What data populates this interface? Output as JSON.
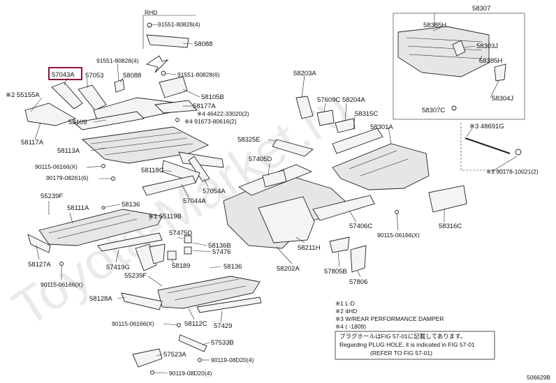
{
  "watermark": "Toyota-Market.ru",
  "diagram_id": "506629B",
  "rhd_label": "RHD",
  "parts": [
    {
      "id": "p0",
      "text": "91551-80828(4)"
    },
    {
      "id": "p1",
      "text": "58088"
    },
    {
      "id": "p2",
      "text": "91551-80828(4)"
    },
    {
      "id": "p3",
      "text": "57043A"
    },
    {
      "id": "p4",
      "text": "57053"
    },
    {
      "id": "p5",
      "text": "58088"
    },
    {
      "id": "p6",
      "text": "91551-80828(6)"
    },
    {
      "id": "p7",
      "text": "※2 55155A"
    },
    {
      "id": "p8",
      "text": "58105B"
    },
    {
      "id": "p9",
      "text": "58177A"
    },
    {
      "id": "p10",
      "text": "※4 46422-33020(2)"
    },
    {
      "id": "p11",
      "text": "※4 91673-80616(2)"
    },
    {
      "id": "p12",
      "text": "58109"
    },
    {
      "id": "p13",
      "text": "58117A"
    },
    {
      "id": "p14",
      "text": "58113A"
    },
    {
      "id": "p15",
      "text": "90115-06166(X)"
    },
    {
      "id": "p16",
      "text": "90179-08261(6)"
    },
    {
      "id": "p17",
      "text": "58118C"
    },
    {
      "id": "p18",
      "text": "57054A"
    },
    {
      "id": "p19",
      "text": "57044A"
    },
    {
      "id": "p20",
      "text": "55239F"
    },
    {
      "id": "p21",
      "text": "58111A"
    },
    {
      "id": "p22",
      "text": "58136"
    },
    {
      "id": "p23",
      "text": "※1 55119B"
    },
    {
      "id": "p24",
      "text": "57475D"
    },
    {
      "id": "p25",
      "text": "58136B"
    },
    {
      "id": "p26",
      "text": "57476"
    },
    {
      "id": "p27",
      "text": "58127A"
    },
    {
      "id": "p28",
      "text": "57419G"
    },
    {
      "id": "p29",
      "text": "58189"
    },
    {
      "id": "p30",
      "text": "58136"
    },
    {
      "id": "p31",
      "text": "90115-06166(X)"
    },
    {
      "id": "p32",
      "text": "55239F"
    },
    {
      "id": "p33",
      "text": "58128A"
    },
    {
      "id": "p34",
      "text": "90115-06166(X)"
    },
    {
      "id": "p35",
      "text": "58112C"
    },
    {
      "id": "p36",
      "text": "57429"
    },
    {
      "id": "p37",
      "text": "57533B"
    },
    {
      "id": "p38",
      "text": "57523A"
    },
    {
      "id": "p39",
      "text": "90119-08D20(4)"
    },
    {
      "id": "p40",
      "text": "90119-08D20(4)"
    },
    {
      "id": "p41",
      "text": "58203A"
    },
    {
      "id": "p42",
      "text": "57609C"
    },
    {
      "id": "p43",
      "text": "58204A"
    },
    {
      "id": "p44",
      "text": "58315C"
    },
    {
      "id": "p45",
      "text": "58325E"
    },
    {
      "id": "p46",
      "text": "58301A"
    },
    {
      "id": "p47",
      "text": "57405D"
    },
    {
      "id": "p48",
      "text": "57406C"
    },
    {
      "id": "p49",
      "text": "58211H"
    },
    {
      "id": "p50",
      "text": "58202A"
    },
    {
      "id": "p51",
      "text": "57805B"
    },
    {
      "id": "p52",
      "text": "57806"
    },
    {
      "id": "p53",
      "text": "90115-06166(X)"
    },
    {
      "id": "p54",
      "text": "58316C"
    },
    {
      "id": "p55",
      "text": "58307"
    },
    {
      "id": "p56",
      "text": "58385H"
    },
    {
      "id": "p57",
      "text": "58303J"
    },
    {
      "id": "p58",
      "text": "58385H"
    },
    {
      "id": "p59",
      "text": "58307C"
    },
    {
      "id": "p60",
      "text": "58304J"
    },
    {
      "id": "p61",
      "text": "※3 48691G"
    },
    {
      "id": "p62",
      "text": "※3 90178-10021(2)"
    }
  ],
  "legend": {
    "lines": [
      "※1 L-D",
      "※2 4HD",
      "※3 W/REAR PERFORMANCE DAMPER",
      "※4 (   -1809)"
    ],
    "box_lines": [
      "プラグホールはFIG 57-01に記載してあります。",
      "Regarding PLUG HOLE, it is indicated in FIG 57-01",
      "(REFER TO FIG 57-01)"
    ]
  }
}
